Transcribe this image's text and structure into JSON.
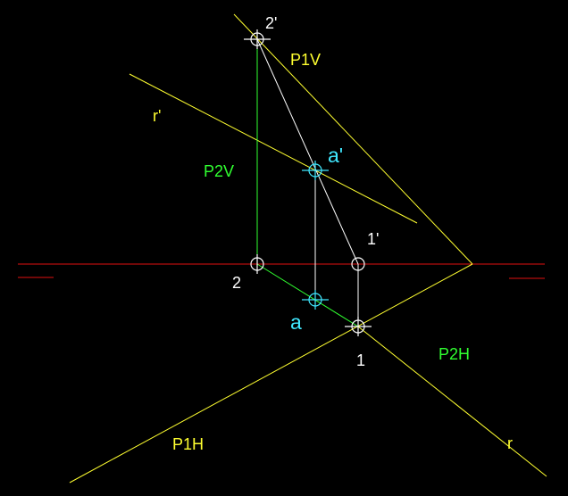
{
  "labels": {
    "p2_v": "2'",
    "p1_v_trace": "P1V",
    "r_v": "r'",
    "p2_v_trace": "P2V",
    "a_v": "a'",
    "p1_v": "1'",
    "p2_h": "2",
    "a_h": "a",
    "p1_h": "1",
    "p2_h_trace": "P2H",
    "p1_h_trace": "P1H",
    "r_h": "r"
  },
  "colors": {
    "background": "#000000",
    "ground_line": "#e01010",
    "plane1_traces": "#ffff30",
    "plane2_traces": "#30ff30",
    "construction_lines": "#ffffff",
    "point_markers": "#ffffff",
    "intersection_marker": "#40e8ff",
    "point_labels": "#ffffff",
    "intersection_labels": "#40e8ff",
    "plane1_labels": "#ffff30",
    "plane2_labels": "#30ff30"
  }
}
